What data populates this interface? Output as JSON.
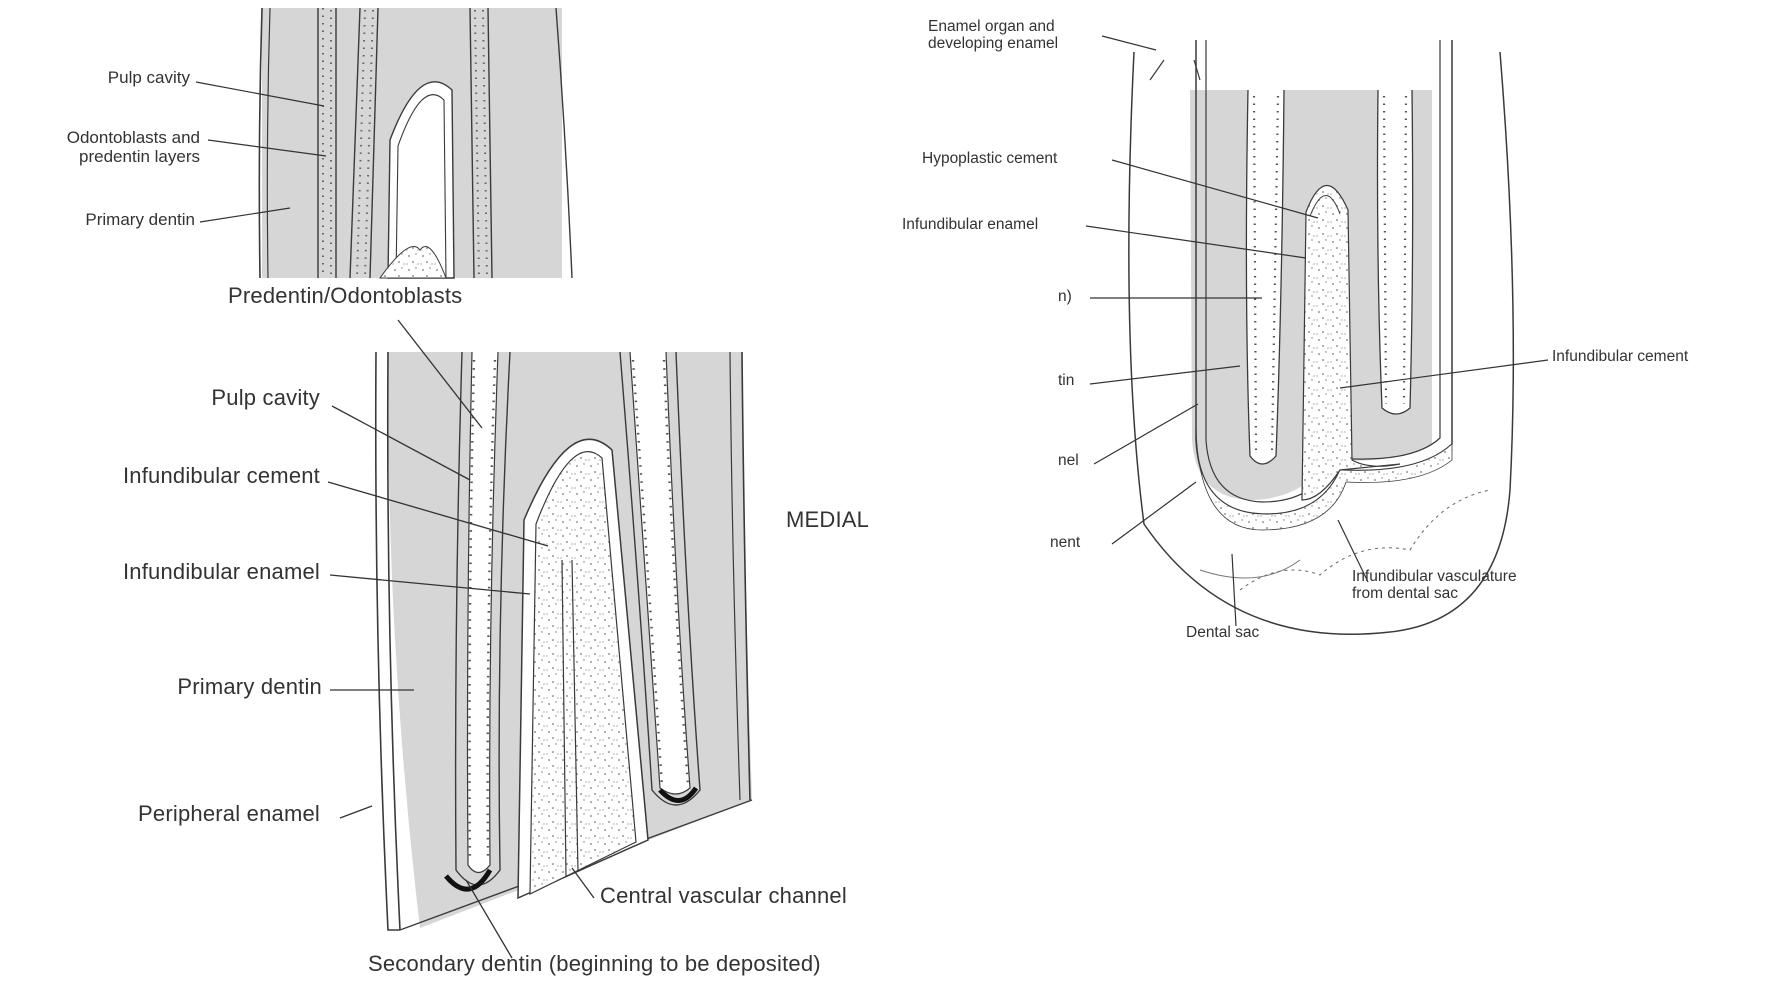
{
  "colors": {
    "dentin": "#d6d6d6",
    "outline": "#3a3a3a",
    "enamel": "#ffffff",
    "cement_dots": "#777777",
    "background": "#ffffff",
    "secondary_dentin": "#111111",
    "label_text": "#333333"
  },
  "top_left": {
    "pulp_cavity": "Pulp cavity",
    "odontoblasts": "Odontoblasts and\npredentin layers",
    "primary_dentin": "Primary dentin"
  },
  "bottom_left": {
    "predentin": "Predentin/Odontoblasts",
    "pulp_cavity": "Pulp cavity",
    "infundibular_cement": "Infundibular cement",
    "infundibular_enamel": "Infundibular enamel",
    "primary_dentin": "Primary dentin",
    "peripheral_enamel": "Peripheral enamel",
    "central_vascular_channel": "Central vascular channel",
    "secondary_dentin": "Secondary dentin (beginning to be deposited)",
    "medial": "MEDIAL"
  },
  "right": {
    "enamel_organ": "Enamel organ and\ndeveloping enamel",
    "hypoplastic_cement": "Hypoplastic cement",
    "infundibular_enamel": "Infundibular enamel",
    "frag_1": "n)",
    "frag_2": "tin",
    "frag_3": "nel",
    "frag_4": "nent",
    "infundibular_cement": "Infundibular cement",
    "vasculature": "Infundibular vasculature\nfrom dental sac",
    "dental_sac": "Dental sac"
  }
}
